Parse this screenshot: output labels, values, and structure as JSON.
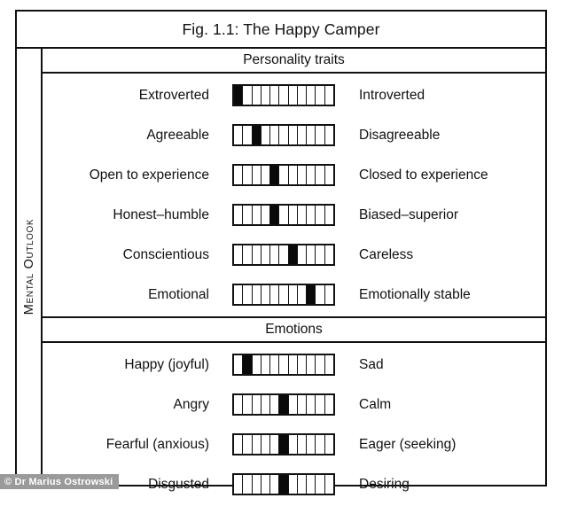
{
  "figure": {
    "title": "Fig. 1.1: The Happy Camper",
    "axis_label": "Mental Outlook",
    "credit": "© Dr Marius Ostrowski",
    "frame_color": "#111111",
    "fill_color": "#0a0a0a",
    "credit_bar_color": "#9a9a9a"
  },
  "chart_data": {
    "type": "bar",
    "title": "Fig. 1.1: The Happy Camper",
    "xlabel": "",
    "ylabel": "Mental Outlook",
    "scale_segments": 11,
    "sections": [
      {
        "header": "Personality traits",
        "rows": [
          {
            "left": "Extroverted",
            "right": "Introverted",
            "value": 1
          },
          {
            "left": "Agreeable",
            "right": "Disagreeable",
            "value": 3
          },
          {
            "left": "Open to experience",
            "right": "Closed to experience",
            "value": 5
          },
          {
            "left": "Honest–humble",
            "right": "Biased–superior",
            "value": 5
          },
          {
            "left": "Conscientious",
            "right": "Careless",
            "value": 7
          },
          {
            "left": "Emotional",
            "right": "Emotionally stable",
            "value": 9
          }
        ]
      },
      {
        "header": "Emotions",
        "rows": [
          {
            "left": "Happy (joyful)",
            "right": "Sad",
            "value": 2
          },
          {
            "left": "Angry",
            "right": "Calm",
            "value": 6
          },
          {
            "left": "Fearful (anxious)",
            "right": "Eager (seeking)",
            "value": 6
          },
          {
            "left": "Disgusted",
            "right": "Desiring",
            "value": 6
          }
        ]
      }
    ]
  }
}
